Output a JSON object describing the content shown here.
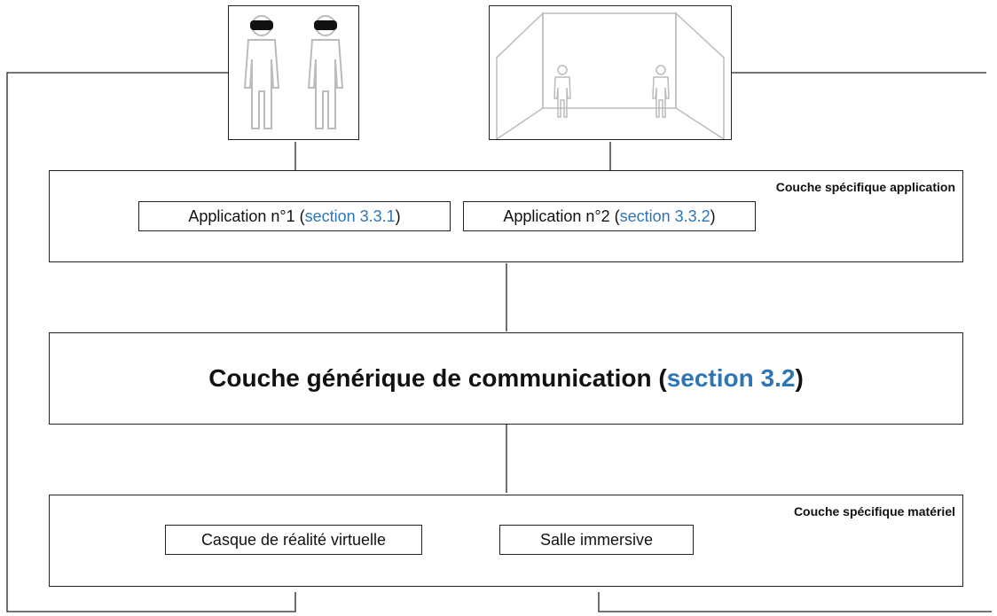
{
  "layers": {
    "application": {
      "title": "Couche spécifique application",
      "app1": {
        "prefix": "Application n°1 (",
        "link": "section 3.3.1",
        "suffix": ")"
      },
      "app2": {
        "prefix": "Application n°2 (",
        "link": "section 3.3.2",
        "suffix": ")"
      }
    },
    "generic": {
      "prefix": "Couche générique de communication (",
      "link": "section 3.2",
      "suffix": ")"
    },
    "hardware": {
      "title": "Couche spécifique matériel",
      "device1": "Casque de réalité virtuelle",
      "device2": "Salle immersive"
    }
  },
  "colors": {
    "link": "#2e75b6",
    "stroke": "#222222",
    "figure": "#bbbbbb"
  },
  "icons": {
    "vr_users": "vr-headset-users-icon",
    "immersive_room": "immersive-room-icon"
  }
}
